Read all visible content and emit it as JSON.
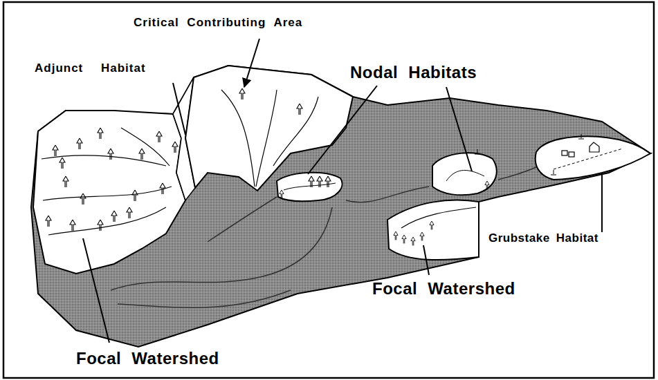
{
  "diagram": {
    "labels": [
      "Critical Contributing Area",
      "Adjunct Habitat",
      "Nodal Habitats",
      "Grubstake Habitat",
      "Focal Watershed",
      "Focal Watershed"
    ]
  }
}
